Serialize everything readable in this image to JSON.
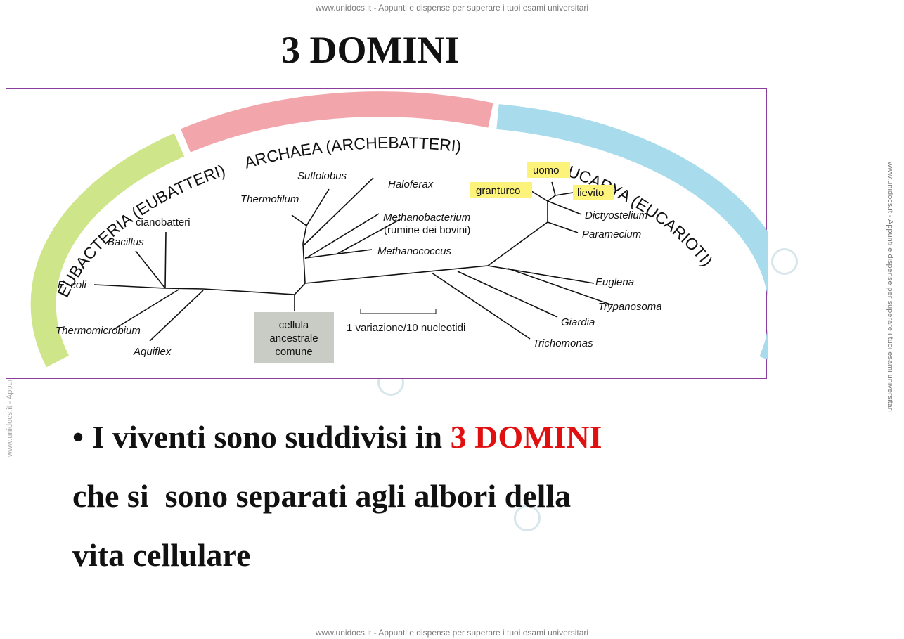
{
  "watermark": {
    "top": "www.unidocs.it - Appunti e dispense per superare i tuoi esami universitari",
    "bottom": "www.unidocs.it - Appunti e dispense per superare i tuoi esami universitari",
    "side": "www.unidocs.it - Appunti e dispense per superare i tuoi esami universitari"
  },
  "title": "3 DOMINI",
  "diagram": {
    "domains": {
      "eubacteria": "EUBACTERIA (EUBATTERI)",
      "archaea": "ARCHAEA (ARCHEBATTERI)",
      "eucarya": "EUCARYA (EUCARIOTI)"
    },
    "colors": {
      "eubacteria": "#cfe58a",
      "archaea": "#f2a6ab",
      "eucarya": "#a8dcec",
      "highlight": "#fdf27a",
      "root_box": "#c9ccc4"
    },
    "root": [
      "cellula",
      "ancestrale",
      "comune"
    ],
    "scale_label": "1 variazione/10 nucleotidi",
    "taxa": {
      "ecoli": "E. coli",
      "bacillus": "Bacillus",
      "cianobatteri": "cianobatteri",
      "thermomicrobium": "Thermomicrobium",
      "aquiflex": "Aquiflex",
      "thermofilum": "Thermofilum",
      "sulfolobus": "Sulfolobus",
      "haloferax": "Haloferax",
      "methanobacterium": "Methanobacterium",
      "methanobacterium_note": "(rumine dei bovini)",
      "methanococcus": "Methanococcus",
      "uomo": "uomo",
      "granturco": "granturco",
      "lievito": "lievito",
      "dictyostelium": "Dictyostelium",
      "paramecium": "Paramecium",
      "euglena": "Euglena",
      "trypanosoma": "Trypanosoma",
      "giardia": "Giardia",
      "trichomonas": "Trichomonas"
    }
  },
  "body": {
    "bullet": "•",
    "line1_prefix": "I viventi sono suddivisi in ",
    "line1_highlight": "3 DOMINI",
    "line2": "che si  sono separati agli albori della",
    "line3": "vita cellulare"
  }
}
